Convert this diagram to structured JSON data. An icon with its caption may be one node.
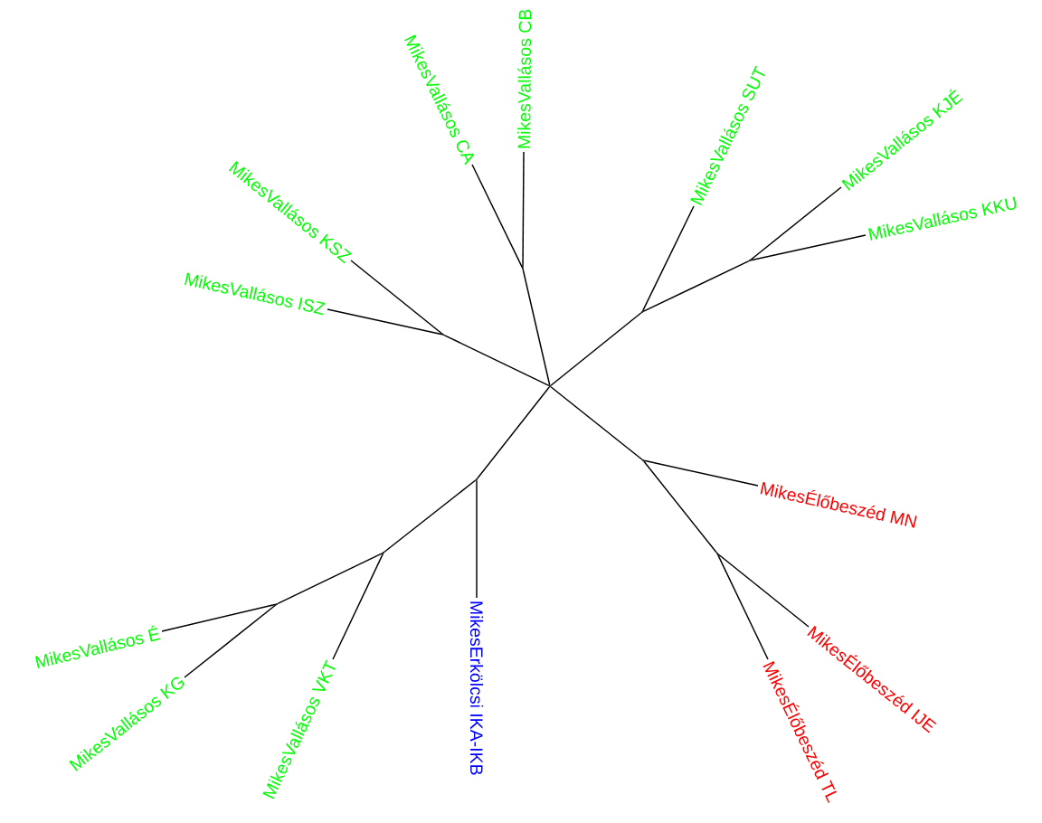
{
  "diagram": {
    "nodes": [
      {
        "text": [
          "MikesVallásos CB"
        ]
      },
      {
        "text": [
          "MikesVallásos CA"
        ]
      },
      {
        "text": [
          "MikesVallásos SUT"
        ]
      },
      {
        "text": [
          "MikesVallásos KJÉ"
        ]
      },
      {
        "text": [
          "MikesVallásos KSZ"
        ]
      },
      {
        "text": [
          "MikesVallásos KKU"
        ]
      },
      {
        "text": [
          "MikesVallásos ISZ"
        ]
      },
      {
        "text": [
          "MikesÉlőbeszéd MN"
        ]
      },
      {
        "text": [
          "MikesErkölcsi IKA-IKB"
        ]
      },
      {
        "text": [
          "MikesVallásos É"
        ]
      },
      {
        "text": [
          "MikesÉlőbeszéd IJE"
        ]
      },
      {
        "text": [
          "MikesÉlőbeszéd TL"
        ]
      },
      {
        "text": [
          "MikesVallásos VKT"
        ]
      },
      {
        "text": [
          "MikesVallásos KG"
        ]
      },
      {
        "text": [],
        "shape": "point"
      },
      {
        "text": [],
        "shape": "point"
      },
      {
        "text": [],
        "shape": "point"
      },
      {
        "text": [],
        "shape": "point"
      },
      {
        "text": [],
        "shape": "point"
      },
      {
        "text": [],
        "shape": "point"
      },
      {
        "text": [],
        "shape": "point"
      },
      {
        "text": [],
        "shape": "point"
      },
      {
        "text": [],
        "shape": "point"
      },
      {
        "text": [],
        "shape": "point"
      }
    ],
    "edges": [
      {
        "from": 18,
        "to": 14,
        "arrow": "none"
      },
      {
        "from": 14,
        "to": 0,
        "arrow": "none"
      },
      {
        "from": 14,
        "to": 1,
        "arrow": "none"
      },
      {
        "from": 18,
        "to": 17,
        "arrow": "none"
      },
      {
        "from": 17,
        "to": 4,
        "arrow": "none"
      },
      {
        "from": 17,
        "to": 6,
        "arrow": "none"
      },
      {
        "from": 18,
        "to": 16,
        "arrow": "none"
      },
      {
        "from": 16,
        "to": 2,
        "arrow": "none"
      },
      {
        "from": 16,
        "to": 15,
        "arrow": "none"
      },
      {
        "from": 15,
        "to": 3,
        "arrow": "none"
      },
      {
        "from": 15,
        "to": 5,
        "arrow": "none"
      },
      {
        "from": 18,
        "to": 19,
        "arrow": "none"
      },
      {
        "from": 19,
        "to": 7,
        "arrow": "none"
      },
      {
        "from": 19,
        "to": 22,
        "arrow": "none"
      },
      {
        "from": 22,
        "to": 10,
        "arrow": "none"
      },
      {
        "from": 22,
        "to": 11,
        "arrow": "none"
      },
      {
        "from": 18,
        "to": 20,
        "arrow": "none"
      },
      {
        "from": 20,
        "to": 8,
        "arrow": "none"
      },
      {
        "from": 20,
        "to": 21,
        "arrow": "none"
      },
      {
        "from": 21,
        "to": 12,
        "arrow": "none"
      },
      {
        "from": 21,
        "to": 23,
        "arrow": "none"
      },
      {
        "from": 23,
        "to": 9,
        "arrow": "none"
      },
      {
        "from": 23,
        "to": 13,
        "arrow": "none"
      }
    ]
  }
}
